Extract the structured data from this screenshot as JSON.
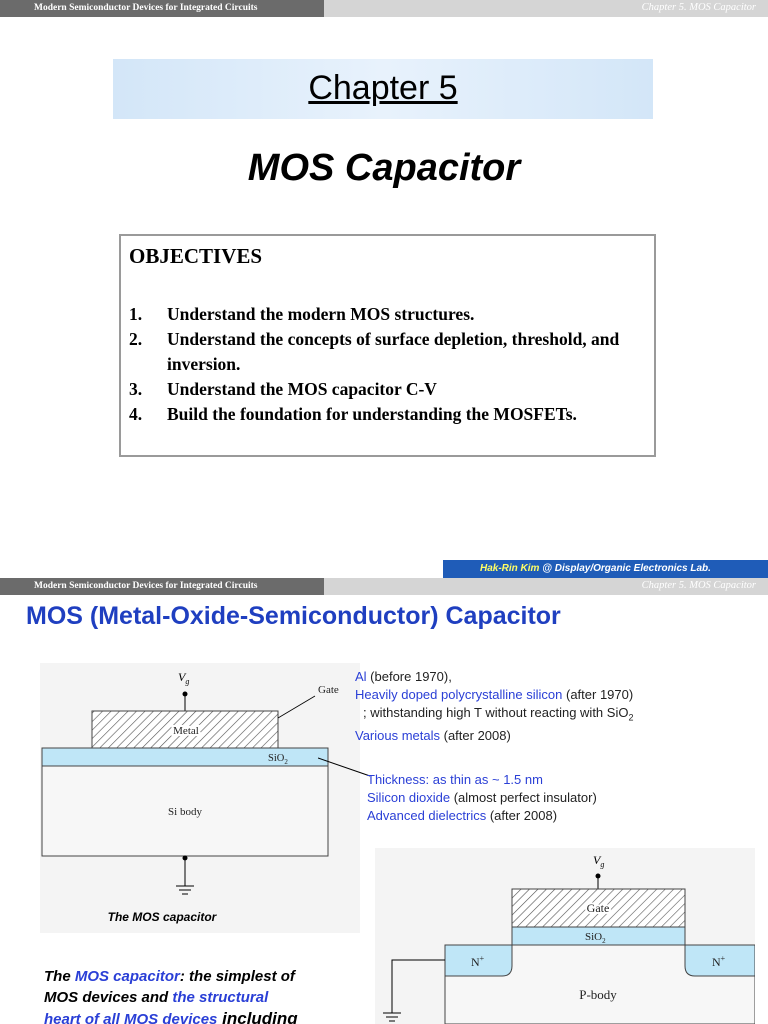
{
  "header": {
    "course": "Modern Semiconductor Devices for Integrated Circuits",
    "chapter_tag": "Chapter 5. MOS Capacitor"
  },
  "slide1": {
    "chapter": "Chapter 5",
    "title": "MOS Capacitor",
    "objectives_heading": "OBJECTIVES",
    "objectives": [
      {
        "num": "1.",
        "text": "Understand the modern MOS structures."
      },
      {
        "num": "2.",
        "text": "Understand the concepts of surface depletion, threshold, and inversion."
      },
      {
        "num": "3.",
        "text": "Understand the MOS capacitor C-V"
      },
      {
        "num": "4.",
        "text": "Build the foundation for understanding the MOSFETs."
      }
    ],
    "footer": {
      "name": "Hak-Rin Kim",
      "lab": " @ Display/Organic Electronics Lab."
    }
  },
  "slide2": {
    "title": "MOS (Metal-Oxide-Semiconductor) Capacitor",
    "fig1": {
      "vg": "V",
      "vg_sub": "g",
      "gate": "Gate",
      "metal": "Metal",
      "oxide": "SiO",
      "oxide_sub": "2",
      "body": "Si body",
      "caption": "The MOS capacitor"
    },
    "gate_notes": {
      "line1_blue": "Al",
      "line1_rest": " (before 1970),",
      "line2_blue": "Heavily doped polycrystalline silicon",
      "line2_rest": " (after 1970)",
      "line3_text": "; withstanding high T without reacting with SiO",
      "line3_sub": "2",
      "line4_blue": "Various metals",
      "line4_rest": " (after 2008)"
    },
    "oxide_notes": {
      "line1": "Thickness: as thin as ~ 1.5 nm",
      "line2_blue": "Silicon dioxide",
      "line2_rest": " (almost perfect insulator)",
      "line3_blue": "Advanced dielectrics",
      "line3_rest": " (after 2008)"
    },
    "fig2": {
      "vg": "V",
      "vg_sub": "g",
      "gate": "Gate",
      "oxide": "SiO",
      "oxide_sub": "2",
      "n_left": "N",
      "n_right": "N",
      "n_sup": "+",
      "body": "P-body"
    },
    "description": {
      "part1": "The ",
      "part2": "MOS capacitor",
      "part3": ": the simplest of",
      "part4": "MOS devices and ",
      "part5": "the structural",
      "part6": "heart of all MOS devices",
      "part7": " including"
    },
    "colors": {
      "title_blue": "#1f3fc0",
      "note_blue": "#2a3fd6",
      "oxide": "#bfe6f7"
    }
  }
}
